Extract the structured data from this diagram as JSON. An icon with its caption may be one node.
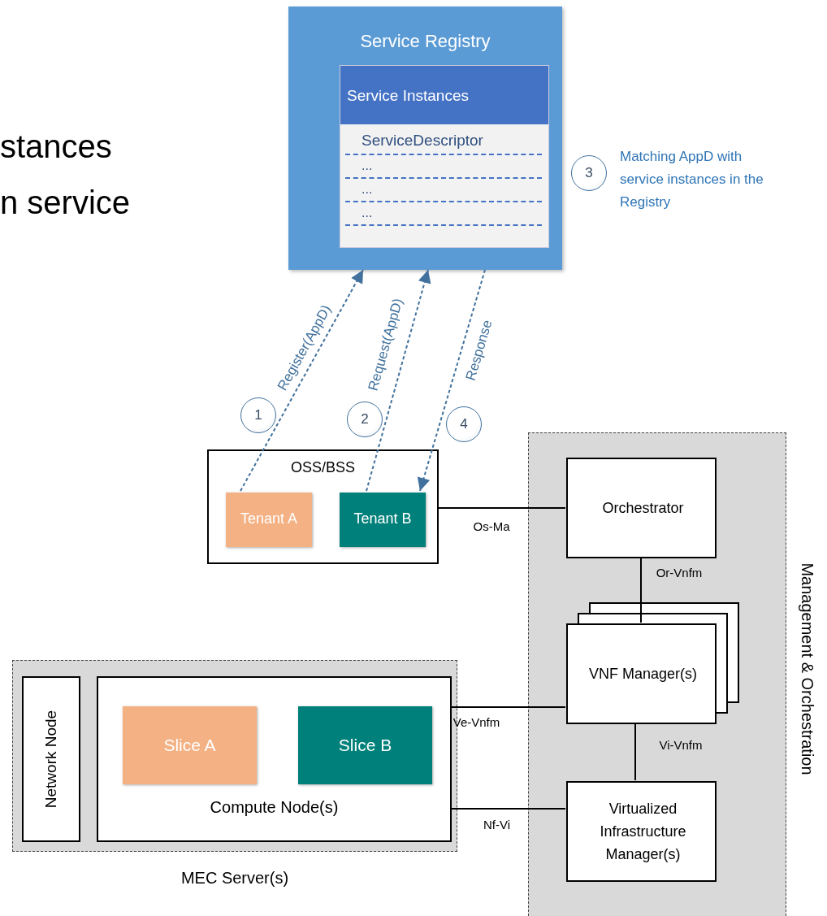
{
  "diagram": {
    "nodes": [
      {
        "text": [
          "Service Registry"
        ]
      },
      {
        "text": [
          "Service Instances",
          "ServiceDescriptor",
          "...",
          "...",
          "..."
        ],
        "in": 0
      },
      {
        "text": [
          "3"
        ],
        "beside": [
          "Matching AppD with service instances in the Registry"
        ]
      },
      {
        "text": [
          "1"
        ]
      },
      {
        "text": [
          "2"
        ]
      },
      {
        "text": [
          "4"
        ]
      },
      {
        "text": [
          "OSS/BSS"
        ]
      },
      {
        "text": [
          "Tenant A"
        ],
        "in": 6
      },
      {
        "text": [
          "Tenant B"
        ],
        "in": 6
      },
      {
        "text": [
          "Management & Orchestration"
        ]
      },
      {
        "text": [
          "Orchestrator"
        ],
        "in": 9
      },
      {
        "text": [
          "VNF Manager(s)"
        ],
        "in": 9
      },
      {
        "text": [
          "Virtualized Infrastructure Manager(s)"
        ],
        "in": 9
      },
      {
        "text": [
          "MEC Server(s)"
        ]
      },
      {
        "text": [
          "Network Node"
        ],
        "in": 13
      },
      {
        "text": [
          "Compute Node(s)"
        ],
        "in": 13
      },
      {
        "text": [
          "Slice A"
        ],
        "in": 15
      },
      {
        "text": [
          "Slice B"
        ],
        "in": 15
      }
    ],
    "edges": [
      {
        "from": 7,
        "to": 0,
        "arrow": "to",
        "label": "Register(AppD)",
        "style": "dashed",
        "color": "#41719c"
      },
      {
        "from": 8,
        "to": 0,
        "arrow": "to",
        "label": "Request(AppD)",
        "style": "dashed",
        "color": "#41719c"
      },
      {
        "from": 0,
        "to": 8,
        "arrow": "to",
        "label": "Response",
        "style": "dashed",
        "color": "#41719c"
      },
      {
        "from": 6,
        "to": 10,
        "arrow": "none",
        "label": "Os-Ma"
      },
      {
        "from": 10,
        "to": 11,
        "arrow": "none",
        "label": "Or-Vnfm"
      },
      {
        "from": 15,
        "to": 11,
        "arrow": "none",
        "label": "Ve-Vnfm"
      },
      {
        "from": 11,
        "to": 12,
        "arrow": "none",
        "label": "Vi-Vnfm"
      },
      {
        "from": 15,
        "to": 12,
        "arrow": "none",
        "label": "Nf-Vi"
      }
    ],
    "labels": [
      "stances",
      "n service"
    ]
  }
}
